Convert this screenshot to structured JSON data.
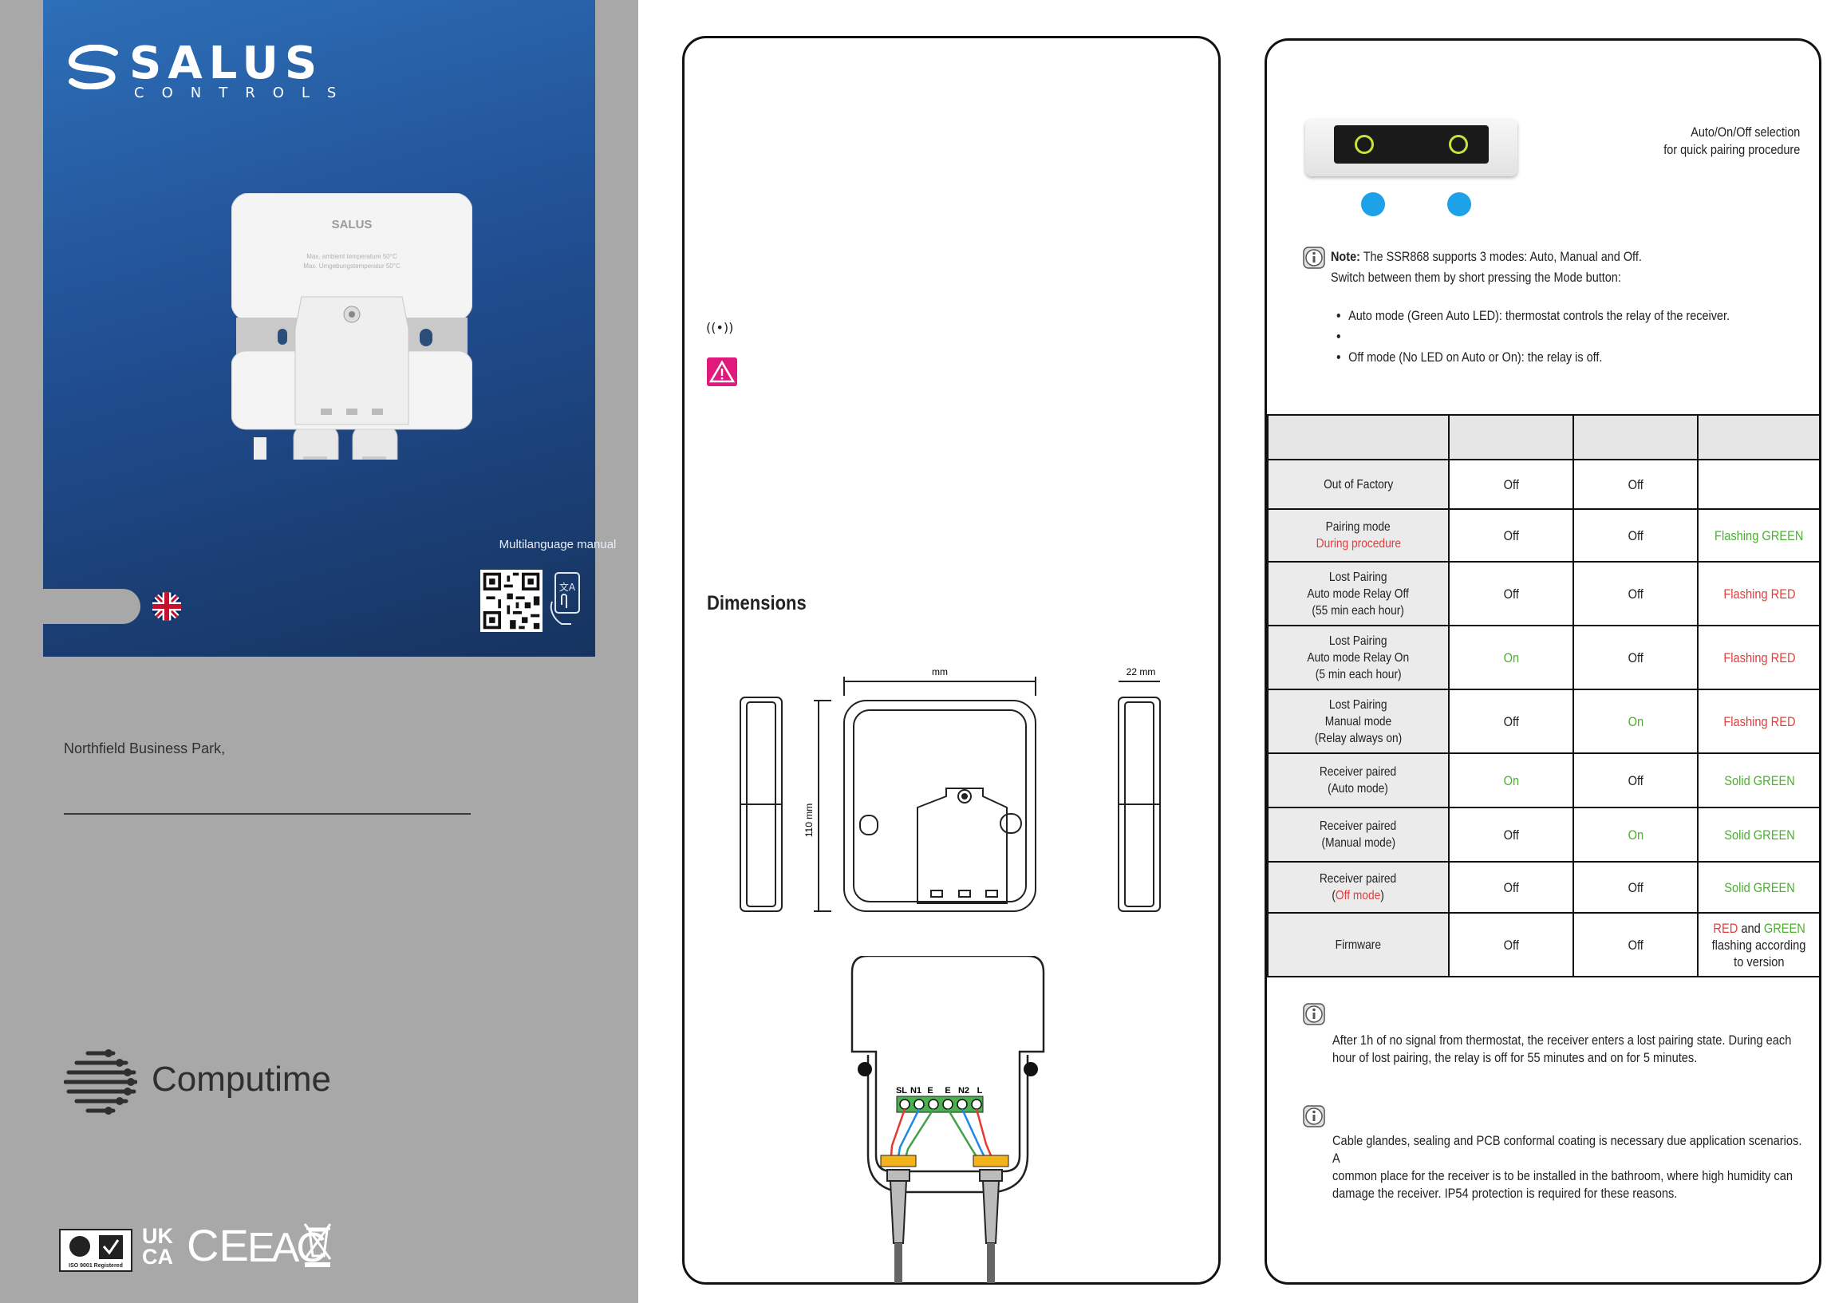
{
  "cover": {
    "brand": "SALUS",
    "brand_sub": "CONTROLS",
    "device_label": "SALUS",
    "device_line1": "Max. ambient temperature 50°C",
    "device_line2": "Max. Umgebungstemperatur 50°C",
    "multilanguage_label": "Multilanguage manual",
    "address": "Northfield Business Park,",
    "manufacturer": "Computime",
    "cert_iso": "ISO 9001 Registered",
    "cert_ukca": [
      "UK",
      "CA"
    ],
    "cert_ce": "CE",
    "cert_eac": "EAC"
  },
  "middle": {
    "dimensions_heading": "Dimensions",
    "dim_width": "mm",
    "dim_height": "110 mm",
    "dim_depth": "22 mm",
    "terminal_labels": [
      "SL",
      "N1",
      "E",
      "E",
      "N2",
      "L"
    ]
  },
  "right": {
    "selection_label": [
      "Auto/On/Off selection",
      "for quick pairing procedure"
    ],
    "note_bold": "Note:",
    "note_line1": "The SSR868 supports 3 modes: Auto, Manual and Off.",
    "note_line2": "Switch between them by short pressing the Mode button:",
    "bullets": [
      "Auto mode (Green Auto LED): thermostat controls the relay of the receiver.",
      "",
      "Off mode (No LED on Auto or On): the relay is off."
    ],
    "table": {
      "headers": [
        "",
        "",
        "",
        ""
      ],
      "rows": [
        {
          "state": [
            "Out of Factory"
          ],
          "c1": "Off",
          "c2": "Off",
          "c3": ""
        },
        {
          "state": [
            "Pairing mode",
            "During procedure"
          ],
          "c1": "Off",
          "c2": "Off",
          "c3": "Flashing GREEN"
        },
        {
          "state": [
            "Lost Pairing",
            "Auto mode Relay Off",
            "(55 min each hour)"
          ],
          "c1": "Off",
          "c2": "Off",
          "c3": "Flashing RED"
        },
        {
          "state": [
            "Lost Pairing",
            "Auto mode Relay On",
            "(5 min each hour)"
          ],
          "c1": "On",
          "c2": "Off",
          "c3": "Flashing RED"
        },
        {
          "state": [
            "Lost Pairing",
            "Manual mode",
            "(Relay always on)"
          ],
          "c1": "Off",
          "c2": "On",
          "c3": "Flashing RED"
        },
        {
          "state": [
            "Receiver paired",
            "(Auto mode)"
          ],
          "c1": "On",
          "c2": "Off",
          "c3": "Solid GREEN"
        },
        {
          "state": [
            "Receiver paired",
            "(Manual mode)"
          ],
          "c1": "Off",
          "c2": "On",
          "c3": "Solid GREEN"
        },
        {
          "state": [
            "Receiver paired",
            "(Off mode)"
          ],
          "c1": "Off",
          "c2": "Off",
          "c3": "Solid GREEN"
        },
        {
          "state": [
            "Firmware"
          ],
          "c1": "Off",
          "c2": "Off",
          "c3": [
            "RED",
            "and",
            "GREEN",
            "flashing according",
            "to version"
          ]
        }
      ]
    },
    "info1": [
      "After 1h of no signal from thermostat, the receiver enters a lost pairing state. During each",
      "hour of lost pairing, the relay is off for 55 minutes and on for 5 minutes."
    ],
    "info2": [
      "Cable glandes, sealing and PCB conformal coating is necessary due application scenarios. A",
      "common place for the receiver is to be installed in the bathroom, where high humidity can",
      "damage the receiver. IP54 protection is required for these reasons."
    ]
  },
  "colors": {
    "cover_blue": "#2059a4",
    "sidebar_gray": "#a8a8a8",
    "led_green": "#4caf30",
    "led_red": "#e23c3c",
    "accent_blue_dot": "#1da1e8",
    "warning_magenta": "#e0197d"
  }
}
